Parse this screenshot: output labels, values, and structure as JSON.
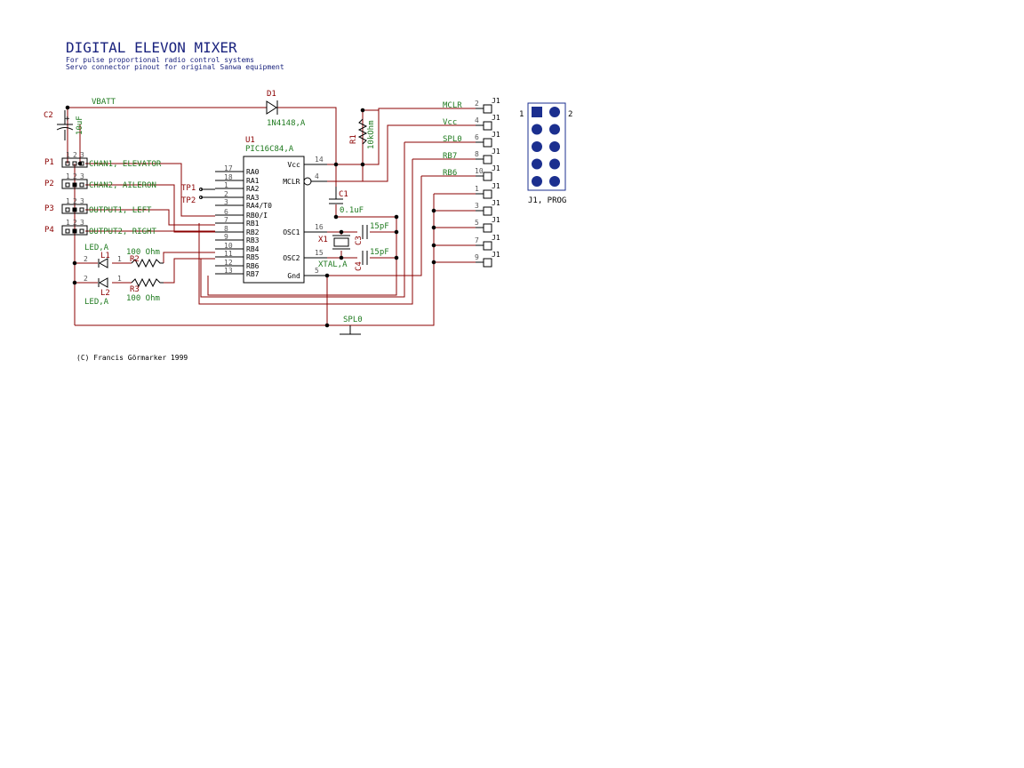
{
  "title": "DIGITAL ELEVON MIXER",
  "subtitle_1": "For pulse proportional radio control systems",
  "subtitle_2": "Servo connector pinout for original Sanwa equipment",
  "copyright": "(C) Francis Görmarker 1999",
  "net_vbatt": "VBATT",
  "net_spl0_bottom": "SPL0",
  "c2": {
    "ref": "C2",
    "value": "10uF"
  },
  "d1": {
    "ref": "D1",
    "value": "1N4148,A"
  },
  "r1": {
    "ref": "R1",
    "value": "10kOhm"
  },
  "c1": {
    "ref": "C1",
    "value": "0.1uF"
  },
  "u1": {
    "ref": "U1",
    "value": "PIC16C84,A",
    "left_pins": [
      {
        "num": "17",
        "name": "RA0"
      },
      {
        "num": "18",
        "name": "RA1"
      },
      {
        "num": "1",
        "name": "RA2"
      },
      {
        "num": "2",
        "name": "RA3"
      },
      {
        "num": "3",
        "name": "RA4/T0"
      },
      {
        "num": "6",
        "name": "RB0/I"
      },
      {
        "num": "7",
        "name": "RB1"
      },
      {
        "num": "8",
        "name": "RB2"
      },
      {
        "num": "9",
        "name": "RB3"
      },
      {
        "num": "10",
        "name": "RB4"
      },
      {
        "num": "11",
        "name": "RB5"
      },
      {
        "num": "12",
        "name": "RB6"
      },
      {
        "num": "13",
        "name": "RB7"
      }
    ],
    "right_pins": [
      {
        "num": "14",
        "name": "Vcc"
      },
      {
        "num": "4",
        "name": "MCLR"
      },
      {
        "num": "16",
        "name": "OSC1"
      },
      {
        "num": "15",
        "name": "OSC2"
      },
      {
        "num": "5",
        "name": "Gnd"
      }
    ]
  },
  "tp1": "TP1",
  "tp2": "TP2",
  "connectors": [
    {
      "ref": "P1",
      "pins": [
        "1",
        "2",
        "3"
      ],
      "label": "CHAN1, ELEVATOR"
    },
    {
      "ref": "P2",
      "pins": [
        "1",
        "2",
        "3"
      ],
      "label": "CHAN2, AILERON"
    },
    {
      "ref": "P3",
      "pins": [
        "1",
        "2",
        "3"
      ],
      "label": "OUTPUT1, LEFT"
    },
    {
      "ref": "P4",
      "pins": [
        "1",
        "2",
        "3"
      ],
      "label": "OUTPUT2, RIGHT"
    }
  ],
  "leds": [
    {
      "ref": "L1",
      "value": "LED,A",
      "pin_a": "2",
      "pin_k": "1"
    },
    {
      "ref": "L2",
      "value": "LED,A",
      "pin_a": "2",
      "pin_k": "1"
    }
  ],
  "resistors": [
    {
      "ref": "R2",
      "value": "100 Ohm",
      "pin": "1"
    },
    {
      "ref": "R3",
      "value": "100 Ohm",
      "pin": "1"
    }
  ],
  "x1": {
    "ref": "X1",
    "value": "XTAL,A"
  },
  "c3": {
    "ref": "C3",
    "value": "15pF"
  },
  "c4": {
    "ref": "C4",
    "value": "15pF"
  },
  "j1_pins": [
    {
      "num": "2",
      "net": "MCLR",
      "ref": "J1"
    },
    {
      "num": "4",
      "net": "Vcc",
      "ref": "J1"
    },
    {
      "num": "6",
      "net": "SPL0",
      "ref": "J1"
    },
    {
      "num": "8",
      "net": "RB7",
      "ref": "J1"
    },
    {
      "num": "10",
      "net": "RB6",
      "ref": "J1"
    },
    {
      "num": "1",
      "net": "",
      "ref": "J1"
    },
    {
      "num": "3",
      "net": "",
      "ref": "J1"
    },
    {
      "num": "5",
      "net": "",
      "ref": "J1"
    },
    {
      "num": "7",
      "net": "",
      "ref": "J1"
    },
    {
      "num": "9",
      "net": "",
      "ref": "J1"
    }
  ],
  "j1_header": {
    "label": "J1, PROG",
    "pin_left": "1",
    "pin_right": "2"
  },
  "colors": {
    "wire": "#8b0000",
    "ref_label": "#8b0000",
    "value_label": "#1f7a1f",
    "component": "#000000",
    "header": "#1b2f8f"
  }
}
